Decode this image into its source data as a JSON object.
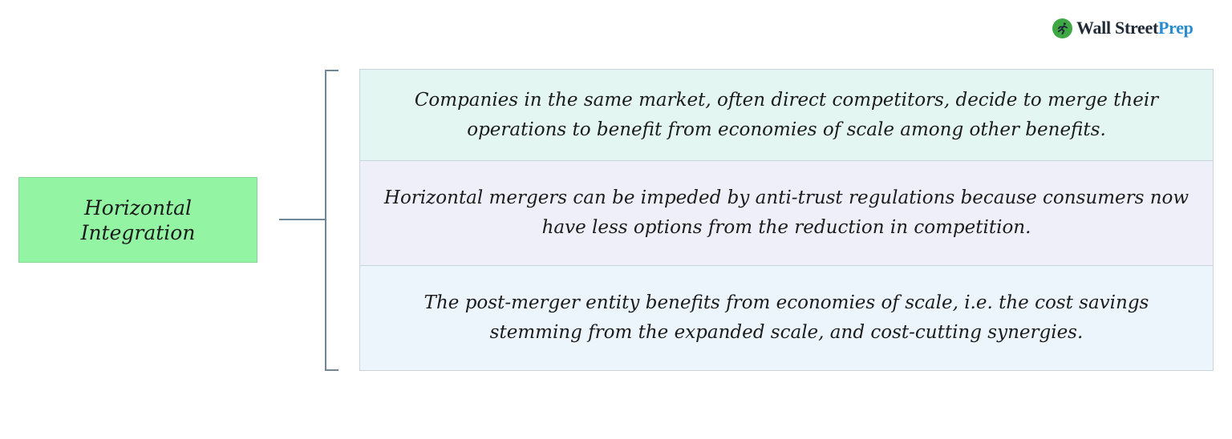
{
  "brand": {
    "word1": "Wall Street",
    "word2": "Prep",
    "colors": {
      "dark": "#1f2a36",
      "accent": "#2a8dd0",
      "icon": "#3fa845"
    }
  },
  "topic": {
    "label": "Horizontal Integration",
    "color": "#93f5a3"
  },
  "points": [
    {
      "text": "Companies in the same market, often direct competitors, decide to merge their operations to benefit from economies of scale among other benefits.",
      "color": "#e4f6f2"
    },
    {
      "text": "Horizontal mergers can be impeded by anti-trust regulations because consumers now have less options from the reduction in competition.",
      "color": "#efeff9"
    },
    {
      "text": "The post-merger entity benefits from economies of scale, i.e. the cost savings stemming from the expanded scale, and cost-cutting synergies.",
      "color": "#ecf5fb"
    }
  ]
}
